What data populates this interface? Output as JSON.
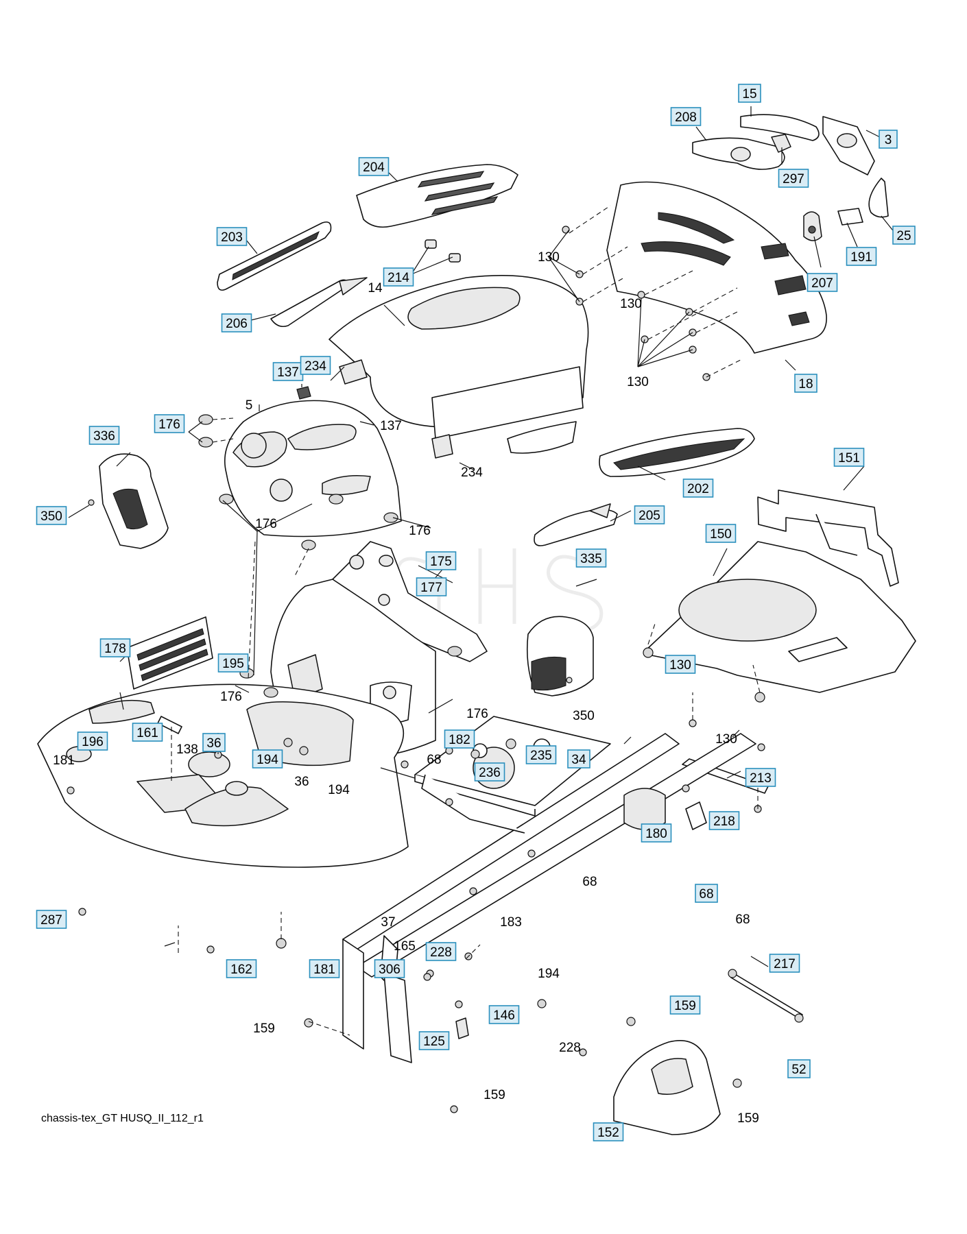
{
  "diagram": {
    "caption": "chassis-tex_GT HUSQ_II_112_r1",
    "footer_text": "",
    "boxed_labels": [
      {
        "id": "c15",
        "text": "15"
      },
      {
        "id": "c208",
        "text": "208"
      },
      {
        "id": "c3",
        "text": "3"
      },
      {
        "id": "c297",
        "text": "297"
      },
      {
        "id": "c25",
        "text": "25"
      },
      {
        "id": "c191",
        "text": "191"
      },
      {
        "id": "c207",
        "text": "207"
      },
      {
        "id": "c204",
        "text": "204"
      },
      {
        "id": "c203",
        "text": "203"
      },
      {
        "id": "c214",
        "text": "214"
      },
      {
        "id": "c206",
        "text": "206"
      },
      {
        "id": "c18",
        "text": "18"
      },
      {
        "id": "c137",
        "text": "137"
      },
      {
        "id": "c234",
        "text": "234"
      },
      {
        "id": "c176",
        "text": "176"
      },
      {
        "id": "c336",
        "text": "336"
      },
      {
        "id": "c350",
        "text": "350"
      },
      {
        "id": "c202",
        "text": "202"
      },
      {
        "id": "c151",
        "text": "151"
      },
      {
        "id": "c205",
        "text": "205"
      },
      {
        "id": "c150",
        "text": "150"
      },
      {
        "id": "c175",
        "text": "175"
      },
      {
        "id": "c177",
        "text": "177"
      },
      {
        "id": "c335",
        "text": "335"
      },
      {
        "id": "c178",
        "text": "178"
      },
      {
        "id": "c195",
        "text": "195"
      },
      {
        "id": "c130",
        "text": "130"
      },
      {
        "id": "c182",
        "text": "182"
      },
      {
        "id": "c196",
        "text": "196"
      },
      {
        "id": "c161",
        "text": "161"
      },
      {
        "id": "c36",
        "text": "36"
      },
      {
        "id": "c194",
        "text": "194"
      },
      {
        "id": "c235",
        "text": "235"
      },
      {
        "id": "c34",
        "text": "34"
      },
      {
        "id": "c236",
        "text": "236"
      },
      {
        "id": "c213",
        "text": "213"
      },
      {
        "id": "c218",
        "text": "218"
      },
      {
        "id": "c180",
        "text": "180"
      },
      {
        "id": "c68",
        "text": "68"
      },
      {
        "id": "c287",
        "text": "287"
      },
      {
        "id": "c162",
        "text": "162"
      },
      {
        "id": "c181",
        "text": "181"
      },
      {
        "id": "c228",
        "text": "228"
      },
      {
        "id": "c306",
        "text": "306"
      },
      {
        "id": "c146",
        "text": "146"
      },
      {
        "id": "c217",
        "text": "217"
      },
      {
        "id": "c159",
        "text": "159"
      },
      {
        "id": "c125",
        "text": "125"
      },
      {
        "id": "c52",
        "text": "52"
      },
      {
        "id": "c152",
        "text": "152"
      }
    ],
    "plain_labels": [
      {
        "id": "p130a",
        "text": "130"
      },
      {
        "id": "p130b",
        "text": "130"
      },
      {
        "id": "p130c",
        "text": "130"
      },
      {
        "id": "p14",
        "text": "14"
      },
      {
        "id": "p137",
        "text": "137"
      },
      {
        "id": "p5",
        "text": "5"
      },
      {
        "id": "p234",
        "text": "234"
      },
      {
        "id": "p176a",
        "text": "176"
      },
      {
        "id": "p176b",
        "text": "176"
      },
      {
        "id": "p176c",
        "text": "176"
      },
      {
        "id": "p176d",
        "text": "176"
      },
      {
        "id": "p350",
        "text": "350"
      },
      {
        "id": "p130d",
        "text": "130"
      },
      {
        "id": "p181",
        "text": "181"
      },
      {
        "id": "p138",
        "text": "138"
      },
      {
        "id": "p36",
        "text": "36"
      },
      {
        "id": "p194a",
        "text": "194"
      },
      {
        "id": "p68a",
        "text": "68"
      },
      {
        "id": "p68b",
        "text": "68"
      },
      {
        "id": "p68c",
        "text": "68"
      },
      {
        "id": "p37",
        "text": "37"
      },
      {
        "id": "p165",
        "text": "165"
      },
      {
        "id": "p183",
        "text": "183"
      },
      {
        "id": "p194b",
        "text": "194"
      },
      {
        "id": "p159a",
        "text": "159"
      },
      {
        "id": "p228",
        "text": "228"
      },
      {
        "id": "p159b",
        "text": "159"
      },
      {
        "id": "p159c",
        "text": "159"
      }
    ]
  }
}
